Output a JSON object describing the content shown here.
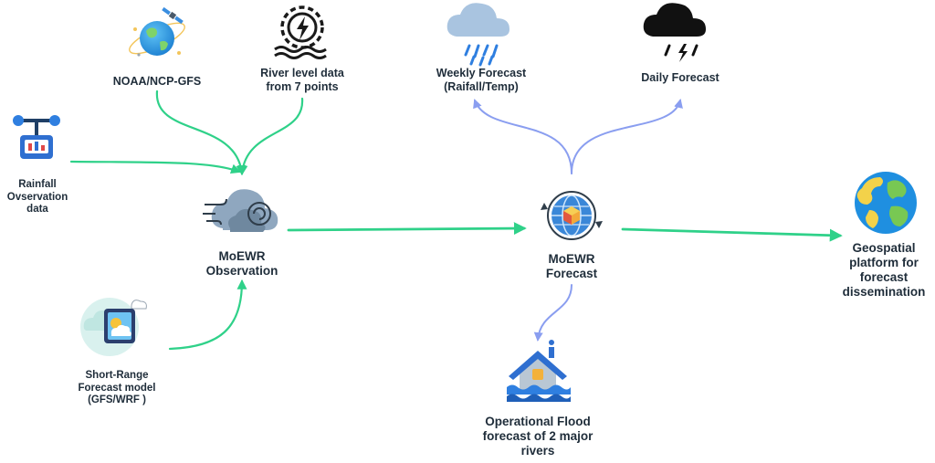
{
  "nodes": {
    "noaa": {
      "lines": [
        "NOAA/NCP-GFS"
      ],
      "icon": "satellite-globe-icon"
    },
    "river_level": {
      "lines": [
        "River level data",
        "from 7 points"
      ],
      "icon": "river-gauge-icon"
    },
    "rainfall_obs": {
      "lines": [
        "Rainfall",
        "Ovservation",
        "data"
      ],
      "icon": "rain-gauge-station-icon"
    },
    "short_range": {
      "lines": [
        "Short-Range",
        "Forecast  model",
        "(GFS/WRF )"
      ],
      "icon": "weather-tablet-icon"
    },
    "moewr_obs": {
      "lines": [
        "MoEWR",
        "Observation"
      ],
      "icon": "wind-cloud-icon"
    },
    "moewr_forecast": {
      "lines": [
        "MoEWR",
        "Forecast"
      ],
      "icon": "globe-cycle-icon"
    },
    "weekly": {
      "lines": [
        "Weekly Forecast",
        "(Raifall/Temp)"
      ],
      "icon": "rain-cloud-icon"
    },
    "daily": {
      "lines": [
        "Daily Forecast"
      ],
      "icon": "storm-cloud-icon"
    },
    "geospatial": {
      "lines": [
        "Geospatial",
        "platform for",
        "forecast",
        "dissemination"
      ],
      "icon": "earth-globe-icon"
    },
    "flood": {
      "lines": [
        "Operational Flood",
        "forecast of 2 major",
        "rivers"
      ],
      "icon": "flooded-house-icon"
    }
  },
  "colors": {
    "inflow_arrow": "#2fd189",
    "outflow_arrow": "#8a9ef0",
    "text": "#1f2d3a"
  }
}
